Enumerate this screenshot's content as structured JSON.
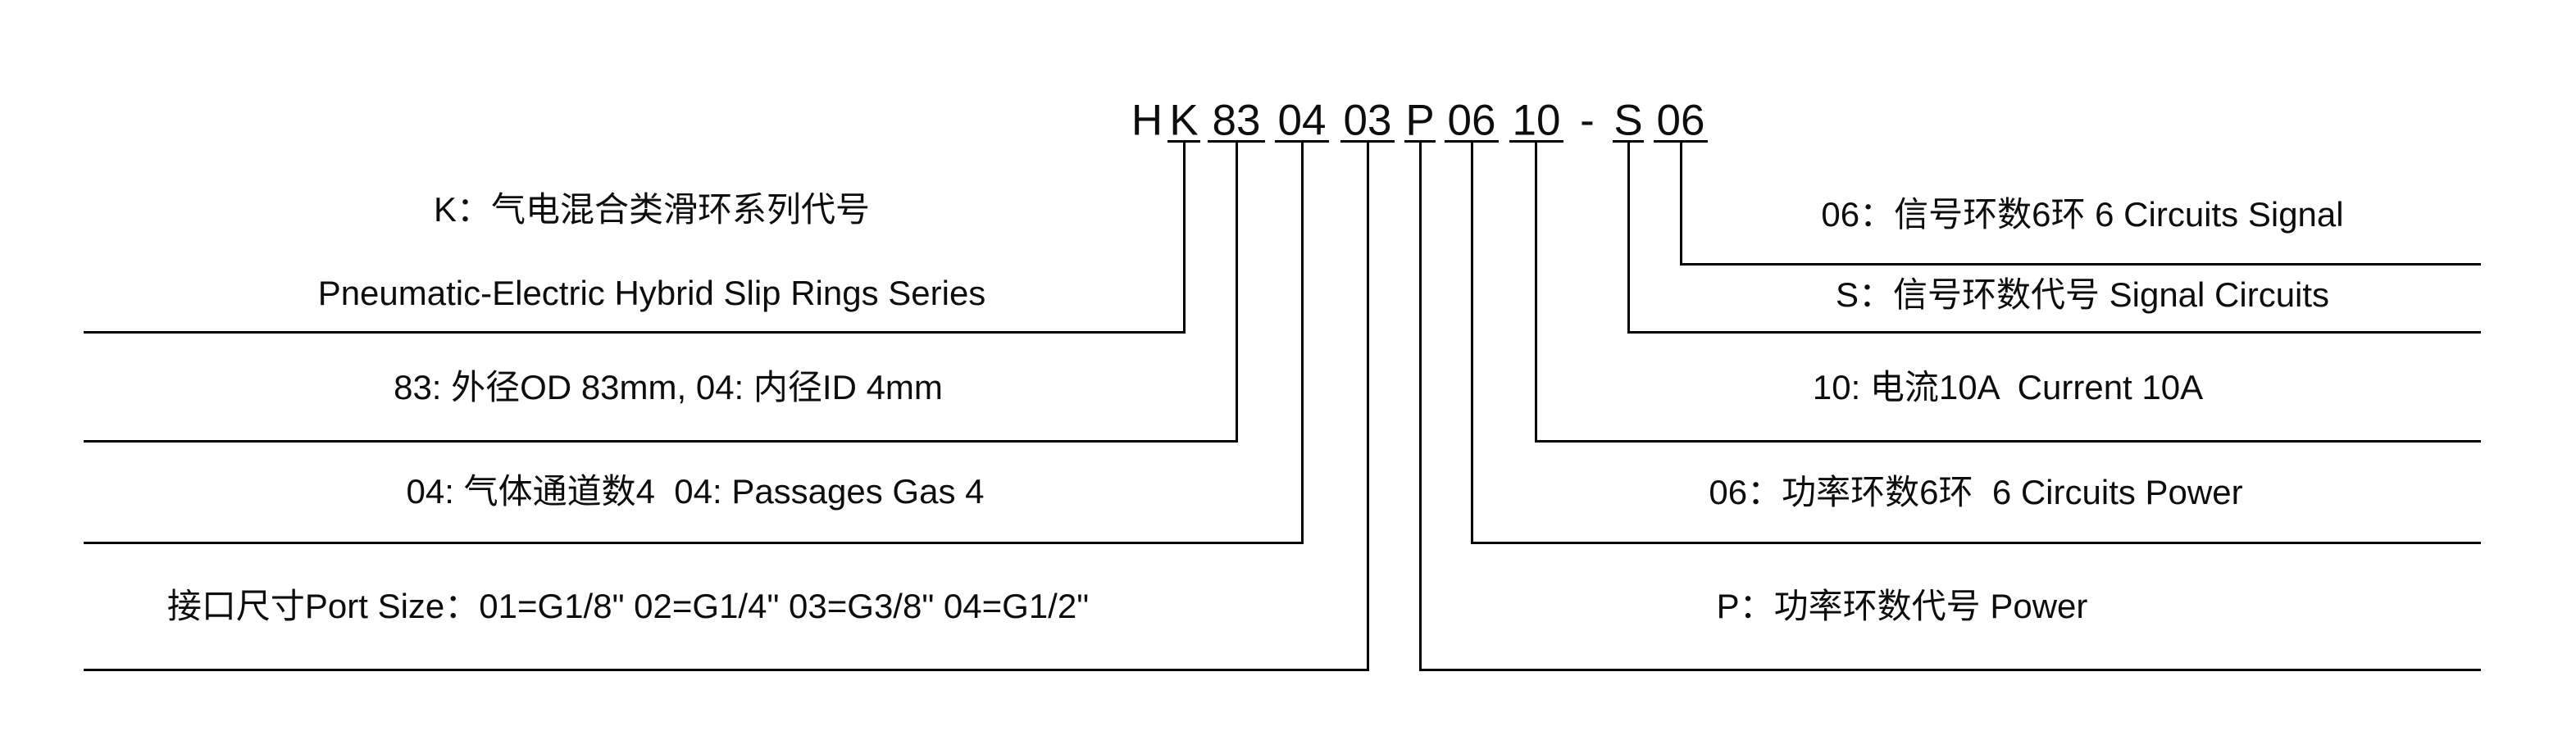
{
  "model_code": {
    "tokens": [
      "H",
      "K",
      "83",
      "04",
      "03",
      "P",
      "06",
      "10",
      "-",
      "S",
      "06"
    ]
  },
  "legend": {
    "left": {
      "series_cn": "K：气电混合类滑环系列代号",
      "series_en": "Pneumatic-Electric Hybrid Slip Rings Series",
      "outer_inner_diameter": "83: 外径OD 83mm, 04: 内径ID 4mm",
      "gas_passages": "04: 气体通道数4  04: Passages Gas 4",
      "port_size": "接口尺寸Port Size：01=G1/8\" 02=G1/4\" 03=G3/8\" 04=G1/2\""
    },
    "right": {
      "signal_circuits": "06：信号环数6环 6 Circuits Signal",
      "signal_code": "S：信号环数代号 Signal Circuits",
      "current": "10: 电流10A  Current 10A",
      "power_circuits": "06：功率环数6环  6 Circuits Power",
      "power_code": "P：功率环数代号 Power"
    }
  },
  "colors": {
    "ink": "#0d0d0d",
    "line": "#000000",
    "background": "#ffffff"
  }
}
